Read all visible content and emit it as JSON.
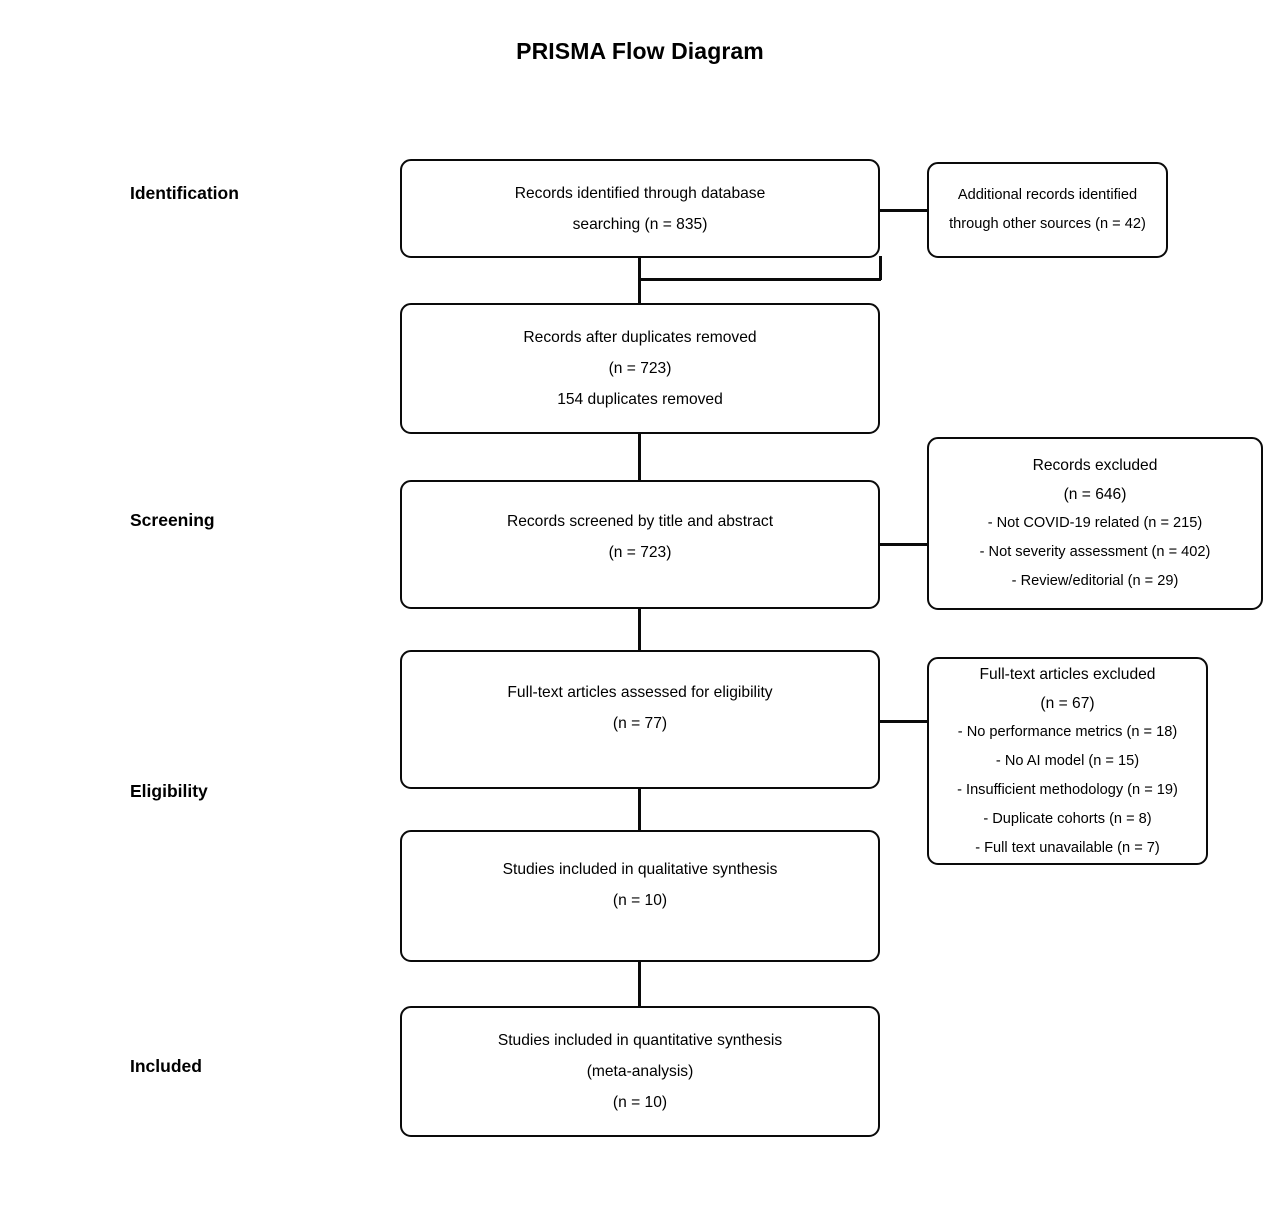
{
  "title": "PRISMA Flow Diagram",
  "stages": [
    {
      "id": "identification",
      "label": "Identification"
    },
    {
      "id": "screening",
      "label": "Screening"
    },
    {
      "id": "eligibility",
      "label": "Eligibility"
    },
    {
      "id": "included",
      "label": "Included"
    }
  ],
  "boxes": {
    "records_identified": {
      "name": "records-identified-box",
      "lines": [
        "Records identified through database",
        "searching (n = 835)"
      ]
    },
    "additional_records": {
      "name": "additional-records-box",
      "lines": [
        "Additional records identified",
        "through other sources (n = 42)"
      ]
    },
    "duplicates_removed": {
      "name": "records-after-duplicates-box",
      "lines": [
        "Records after duplicates removed",
        "(n = 723)",
        "154 duplicates removed"
      ]
    },
    "records_screened": {
      "name": "records-screened-box",
      "lines": [
        "Records screened by title and abstract",
        "(n = 723)"
      ]
    },
    "records_excluded": {
      "name": "records-excluded-box",
      "heading": "Records excluded",
      "count": "(n = 646)",
      "reasons": [
        "- Not COVID-19 related (n = 215)",
        "- Not severity assessment (n = 402)",
        "- Review/editorial (n = 29)"
      ]
    },
    "fulltext_assessed": {
      "name": "fulltext-assessed-box",
      "lines": [
        "Full-text articles assessed for eligibility",
        "(n = 77)"
      ]
    },
    "fulltext_excluded": {
      "name": "fulltext-excluded-box",
      "heading": "Full-text articles excluded",
      "count": "(n = 67)",
      "reasons": [
        "- No performance metrics (n = 18)",
        "- No AI model (n = 15)",
        "- Insufficient methodology (n = 19)",
        "- Duplicate cohorts (n = 8)",
        "- Full text unavailable (n = 7)"
      ]
    },
    "qualitative_synthesis": {
      "name": "qualitative-synthesis-box",
      "lines": [
        "Studies included in qualitative synthesis",
        "(n = 10)"
      ]
    },
    "quantitative_synthesis": {
      "name": "quantitative-synthesis-box",
      "lines": [
        "Studies included in quantitative synthesis",
        "(meta-analysis)",
        "(n = 10)"
      ]
    }
  },
  "chart_data": {
    "type": "diagram",
    "title": "PRISMA Flow Diagram",
    "nodes": [
      {
        "id": "records_identified",
        "stage": "Identification",
        "label": "Records identified through database searching",
        "n": 835
      },
      {
        "id": "additional_records",
        "stage": "Identification",
        "label": "Additional records identified through other sources",
        "n": 42
      },
      {
        "id": "duplicates_removed",
        "stage": "Identification",
        "label": "Records after duplicates removed",
        "n": 723,
        "note": "154 duplicates removed"
      },
      {
        "id": "records_screened",
        "stage": "Screening",
        "label": "Records screened by title and abstract",
        "n": 723
      },
      {
        "id": "records_excluded",
        "stage": "Screening",
        "label": "Records excluded",
        "n": 646,
        "breakdown": [
          {
            "reason": "Not COVID-19 related",
            "n": 215
          },
          {
            "reason": "Not severity assessment",
            "n": 402
          },
          {
            "reason": "Review/editorial",
            "n": 29
          }
        ]
      },
      {
        "id": "fulltext_assessed",
        "stage": "Eligibility",
        "label": "Full-text articles assessed for eligibility",
        "n": 77
      },
      {
        "id": "fulltext_excluded",
        "stage": "Eligibility",
        "label": "Full-text articles excluded",
        "n": 67,
        "breakdown": [
          {
            "reason": "No performance metrics",
            "n": 18
          },
          {
            "reason": "No AI model",
            "n": 15
          },
          {
            "reason": "Insufficient methodology",
            "n": 19
          },
          {
            "reason": "Duplicate cohorts",
            "n": 8
          },
          {
            "reason": "Full text unavailable",
            "n": 7
          }
        ]
      },
      {
        "id": "qualitative_synthesis",
        "stage": "Included",
        "label": "Studies included in qualitative synthesis",
        "n": 10
      },
      {
        "id": "quantitative_synthesis",
        "stage": "Included",
        "label": "Studies included in quantitative synthesis (meta-analysis)",
        "n": 10
      }
    ],
    "edges": [
      {
        "from": "records_identified",
        "to": "additional_records",
        "kind": "merge"
      },
      {
        "from": "records_identified",
        "to": "duplicates_removed",
        "kind": "flow"
      },
      {
        "from": "duplicates_removed",
        "to": "records_screened",
        "kind": "flow"
      },
      {
        "from": "records_screened",
        "to": "records_excluded",
        "kind": "exclude"
      },
      {
        "from": "records_screened",
        "to": "fulltext_assessed",
        "kind": "flow"
      },
      {
        "from": "fulltext_assessed",
        "to": "fulltext_excluded",
        "kind": "exclude"
      },
      {
        "from": "fulltext_assessed",
        "to": "qualitative_synthesis",
        "kind": "flow"
      },
      {
        "from": "qualitative_synthesis",
        "to": "quantitative_synthesis",
        "kind": "flow"
      }
    ],
    "colors": {
      "stroke": "#0a0a0a",
      "fill": "#ffffff",
      "text": "#000000"
    }
  }
}
